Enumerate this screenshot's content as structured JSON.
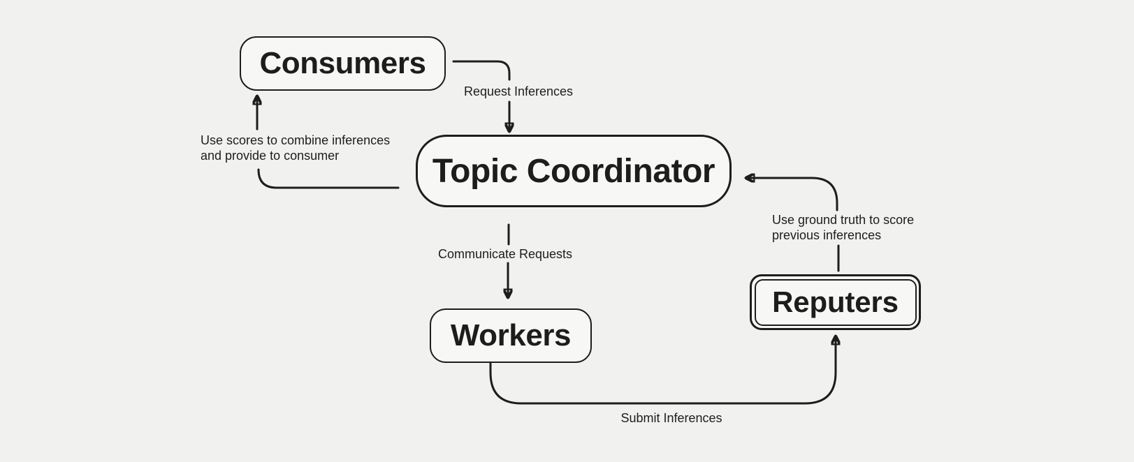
{
  "colors": {
    "background": "#f1f1ef",
    "node_fill": "#f7f7f5",
    "stroke": "#1d1d1b",
    "text": "#1d1d1b"
  },
  "nodes": {
    "consumers": {
      "label": "Consumers"
    },
    "topic_coordinator": {
      "label": "Topic Coordinator"
    },
    "workers": {
      "label": "Workers"
    },
    "reputers": {
      "label": "Reputers"
    }
  },
  "edges": {
    "request_inferences": {
      "from": "Consumers",
      "to": "Topic Coordinator",
      "label": "Request Inferences"
    },
    "use_scores": {
      "from": "Topic Coordinator",
      "to": "Consumers",
      "label": "Use scores to combine inferences\nand provide to consumer"
    },
    "communicate_requests": {
      "from": "Topic Coordinator",
      "to": "Workers",
      "label": "Communicate Requests"
    },
    "submit_inferences": {
      "from": "Workers",
      "to": "Reputers",
      "label": "Submit Inferences"
    },
    "use_ground_truth": {
      "from": "Reputers",
      "to": "Topic Coordinator",
      "label": "Use ground truth to score\nprevious inferences"
    }
  }
}
